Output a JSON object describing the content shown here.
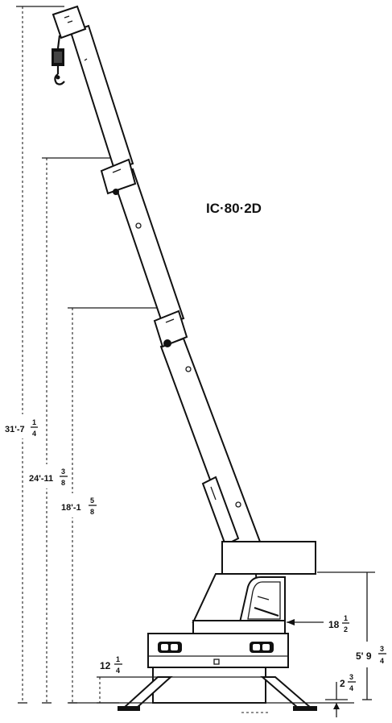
{
  "diagram": {
    "model": "IC·80·2D",
    "dimensions": {
      "height_full": {
        "whole": "31'-7",
        "num": "1",
        "den": "4",
        "unit": "\""
      },
      "height_second": {
        "whole": "24'-11",
        "num": "3",
        "den": "8",
        "unit": "\""
      },
      "height_third": {
        "whole": "18'-1",
        "num": "5",
        "den": "8",
        "unit": "\""
      },
      "cab_height": {
        "whole": "5' 9",
        "num": "3",
        "den": "4",
        "unit": "\""
      },
      "cab_offset": {
        "whole": "18",
        "num": "1",
        "den": "2",
        "unit": "\""
      },
      "deck_height": {
        "whole": "12",
        "num": "1",
        "den": "4",
        "unit": "\""
      },
      "ground_clearance": {
        "whole": "2",
        "num": "3",
        "den": "4",
        "unit": "\""
      }
    }
  }
}
